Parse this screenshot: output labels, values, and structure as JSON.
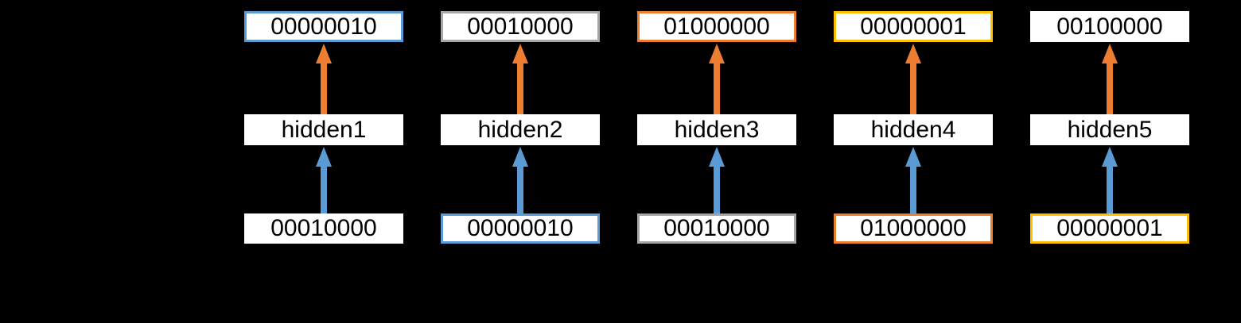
{
  "diagram": {
    "title_semantic": "unrolled-rnn-sequence-diagram",
    "background": "#000000",
    "box_fill": "#FFFFFF",
    "text_color": "#000000",
    "palette": {
      "blue": "#5B9BD5",
      "gray": "#A6A6A6",
      "orange": "#ED7D31",
      "gold": "#FFC000",
      "plain": "#FFFFFF"
    },
    "arrows": {
      "input_to_hidden_color": "#5B9BD5",
      "hidden_to_output_color": "#ED7D31"
    },
    "columns": [
      {
        "output": {
          "label": "00000010",
          "border_color": "#5B9BD5"
        },
        "hidden": {
          "label": "hidden1",
          "border_color": "#FFFFFF"
        },
        "input": {
          "label": "00010000",
          "border_color": "#FFFFFF"
        }
      },
      {
        "output": {
          "label": "00010000",
          "border_color": "#A6A6A6"
        },
        "hidden": {
          "label": "hidden2",
          "border_color": "#FFFFFF"
        },
        "input": {
          "label": "00000010",
          "border_color": "#5B9BD5"
        }
      },
      {
        "output": {
          "label": "01000000",
          "border_color": "#ED7D31"
        },
        "hidden": {
          "label": "hidden3",
          "border_color": "#FFFFFF"
        },
        "input": {
          "label": "00010000",
          "border_color": "#A6A6A6"
        }
      },
      {
        "output": {
          "label": "00000001",
          "border_color": "#FFC000"
        },
        "hidden": {
          "label": "hidden4",
          "border_color": "#FFFFFF"
        },
        "input": {
          "label": "01000000",
          "border_color": "#ED7D31"
        }
      },
      {
        "output": {
          "label": "00100000",
          "border_color": "#FFFFFF"
        },
        "hidden": {
          "label": "hidden5",
          "border_color": "#FFFFFF"
        },
        "input": {
          "label": "00000001",
          "border_color": "#FFC000"
        }
      }
    ]
  }
}
